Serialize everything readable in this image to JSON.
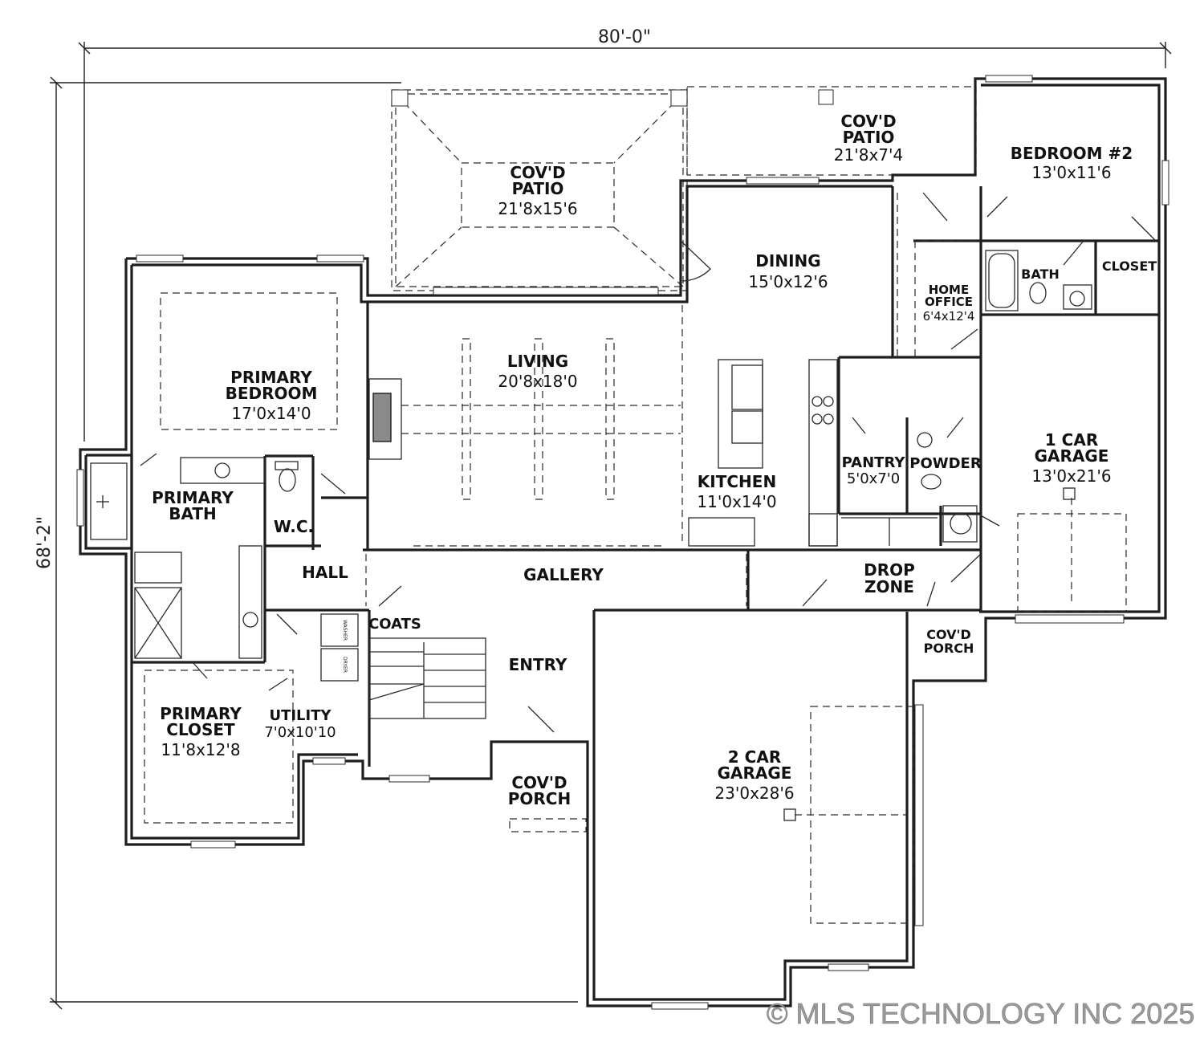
{
  "dimensions": {
    "width": "80'-0\"",
    "depth": "68'-2\""
  },
  "rooms": {
    "patio_center": {
      "name_1": "COV'D",
      "name_2": "PATIO",
      "size": "21'8x15'6"
    },
    "patio_right": {
      "name_1": "COV'D",
      "name_2": "PATIO",
      "size": "21'8x7'4"
    },
    "bedroom2": {
      "name": "BEDROOM #2",
      "size": "13'0x11'6"
    },
    "dining": {
      "name": "DINING",
      "size": "15'0x12'6"
    },
    "primary_bedroom": {
      "name_1": "PRIMARY",
      "name_2": "BEDROOM",
      "size": "17'0x14'0"
    },
    "living": {
      "name": "LIVING",
      "size": "20'8x18'0"
    },
    "home_office": {
      "name_1": "HOME",
      "name_2": "OFFICE",
      "size": "6'4x12'4"
    },
    "bath": {
      "name": "BATH"
    },
    "closet": {
      "name": "CLOSET"
    },
    "primary_bath": {
      "name_1": "PRIMARY",
      "name_2": "BATH"
    },
    "wc": {
      "name": "W.C."
    },
    "pantry": {
      "name": "PANTRY",
      "size": "5'0x7'0"
    },
    "powder": {
      "name": "POWDER"
    },
    "garage1": {
      "name_1": "1 CAR",
      "name_2": "GARAGE",
      "size": "13'0x21'6"
    },
    "kitchen": {
      "name": "KITCHEN",
      "size": "11'0x14'0"
    },
    "hall": {
      "name": "HALL"
    },
    "gallery": {
      "name": "GALLERY"
    },
    "drop_zone": {
      "name_1": "DROP",
      "name_2": "ZONE"
    },
    "coats": {
      "name": "COATS"
    },
    "entry": {
      "name": "ENTRY"
    },
    "porch_right": {
      "name_1": "COV'D",
      "name_2": "PORCH"
    },
    "primary_closet": {
      "name_1": "PRIMARY",
      "name_2": "CLOSET",
      "size": "11'8x12'8"
    },
    "utility": {
      "name": "UTILITY",
      "size": "7'0x10'10"
    },
    "porch_front": {
      "name_1": "COV'D",
      "name_2": "PORCH"
    },
    "garage2": {
      "name_1": "2 CAR",
      "name_2": "GARAGE",
      "size": "23'0x28'6"
    }
  },
  "appliances": {
    "washer": "WASHER",
    "dryer": "DRYER"
  },
  "watermark": "© MLS TECHNOLOGY INC 2025"
}
